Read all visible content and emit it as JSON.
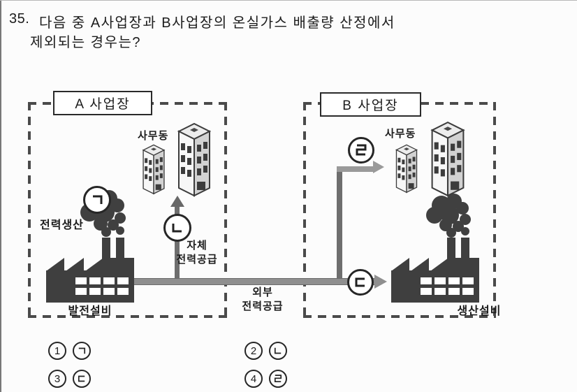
{
  "question": {
    "number": "35.",
    "line1": "다음 중 A사업장과 B사업장의 온실가스 배출량 산정에서",
    "line2": "제외되는 경우는?"
  },
  "diagram": {
    "site_a": {
      "title": "A 사업장",
      "office_label": "사무동",
      "power_production_label": "전력생산",
      "facility_label": "발전설비",
      "self_supply_line1": "자체",
      "self_supply_line2": "전력공급",
      "marker_power": {
        "char": "ㄱ",
        "shape": "giyeok"
      },
      "marker_self_supply": {
        "char": "ㄴ",
        "shape": "nieun"
      }
    },
    "external_supply": {
      "line1": "외부",
      "line2": "전력공급",
      "marker": {
        "char": "ㄷ",
        "shape": "digeut"
      }
    },
    "site_b": {
      "title": "B 사업장",
      "office_label": "사무동",
      "facility_label": "생산설비",
      "marker_office_supply": {
        "char": "ㄹ",
        "shape": "rieul"
      }
    }
  },
  "options": [
    {
      "number": "1",
      "jamo_char": "ㄱ",
      "jamo_shape": "giyeok"
    },
    {
      "number": "2",
      "jamo_char": "ㄴ",
      "jamo_shape": "nieun"
    },
    {
      "number": "3",
      "jamo_char": "ㄷ",
      "jamo_shape": "digeut"
    },
    {
      "number": "4",
      "jamo_char": "ㄹ",
      "jamo_shape": "rieul"
    }
  ],
  "colors": {
    "ink": "#1c1c1c",
    "line_gray": "#8f8f8f",
    "dark_gray": "#3f3f3f",
    "dash_gray": "#4a4a4a"
  }
}
